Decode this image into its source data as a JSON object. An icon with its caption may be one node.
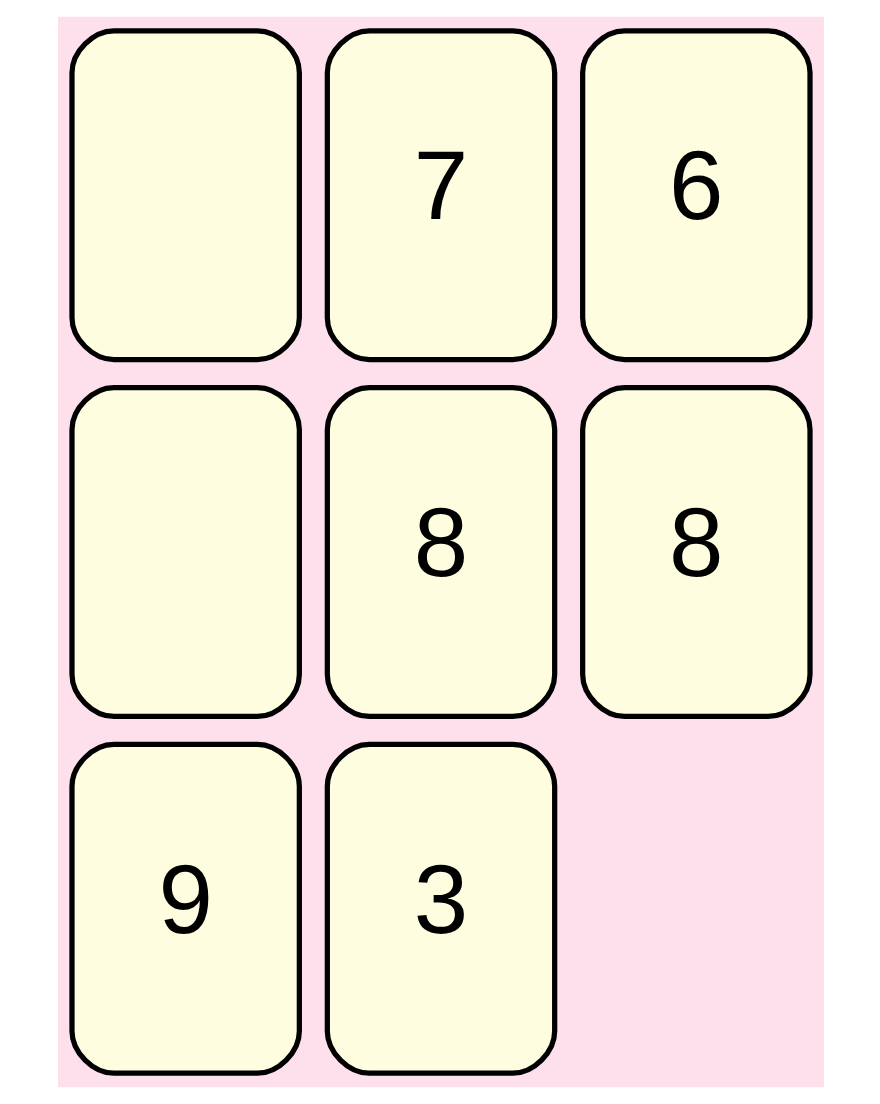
{
  "diagram": {
    "nodes": [
      {
        "text": [],
        "shape": "box"
      },
      {
        "text": [
          "7"
        ]
      },
      {
        "text": [
          "6"
        ]
      },
      {
        "text": [],
        "shape": "box"
      },
      {
        "text": [
          "8"
        ]
      },
      {
        "text": [
          "8"
        ]
      },
      {
        "text": [
          "9"
        ]
      },
      {
        "text": [
          "3"
        ]
      }
    ]
  }
}
